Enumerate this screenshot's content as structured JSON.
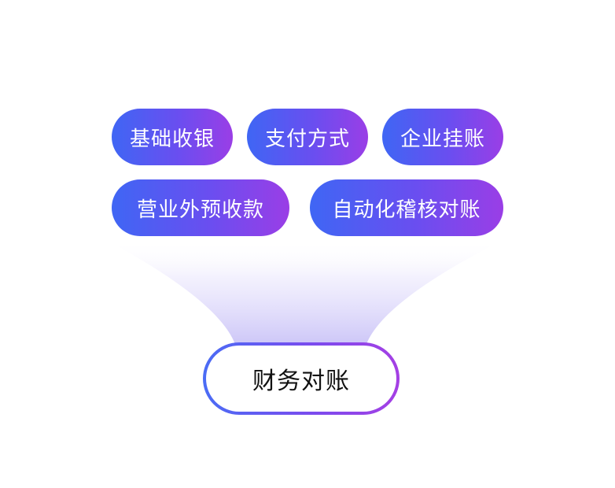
{
  "sources": [
    {
      "label": "基础收银"
    },
    {
      "label": "支付方式"
    },
    {
      "label": "企业挂账"
    },
    {
      "label": "营业外预收款"
    },
    {
      "label": "自动化稽核对账"
    }
  ],
  "target": {
    "label": "财务对账"
  },
  "colors": {
    "gradient_start": "#3f66f4",
    "gradient_mid": "#6a4ef0",
    "gradient_end": "#9a3ee6",
    "funnel_tint": "#c9c2f7",
    "target_text": "#111111",
    "pill_text": "#ffffff"
  }
}
